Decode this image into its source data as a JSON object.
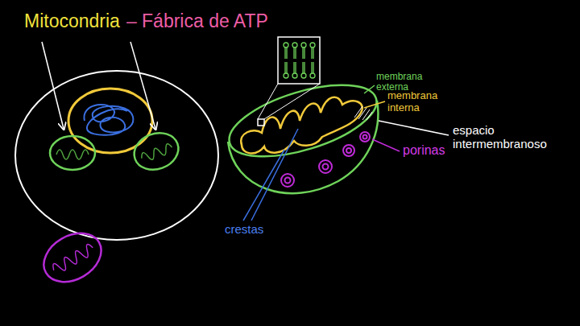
{
  "diagram": {
    "title": "Mitocondria",
    "labels": [
      "– Fábrica de ATP",
      "membrana externa",
      "membrana interna",
      "espacio intermembranoso",
      "porinas",
      "crestas"
    ]
  }
}
